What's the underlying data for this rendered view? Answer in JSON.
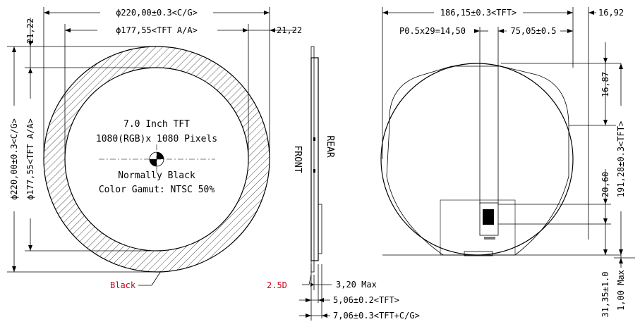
{
  "front_view": {
    "outer_dia": "ϕ220,00±0.3<C/G>",
    "inner_dia": "ϕ177,55<TFT A/A>",
    "top_right_offset": "21,22",
    "left_top_offset": "21,22",
    "left_outer_dia": "ϕ220,00±0.3<C/G>",
    "left_inner_dia": "ϕ177,55<TFT A/A>",
    "center_line1": "7.0 Inch TFT",
    "center_line2": "1080(RGB)x 1080 Pixels",
    "center_line3": "Normally Black",
    "center_line4": "Color Gamut: NTSC 50%",
    "black_label": "Black"
  },
  "side_view": {
    "front_label": "FRONT",
    "rear_label": "REAR",
    "angle_label": "2.5D",
    "thick1": "3,20 Max",
    "thick2": "5,06±0.2<TFT>",
    "thick3": "7,06±0.3<TFT+C/G>"
  },
  "rear_view": {
    "width_tft": "186,15±0.3<TFT>",
    "right_offset": "16,92",
    "pitch": "P0.5x29=14,50",
    "fpc_offset": "75,05±0.5",
    "top_offset": "16,87",
    "height_tft": "191,28±0.3<TFT>",
    "fpc_height": "20,60",
    "bottom_offset": "31,35±1.0",
    "bottom_max": "1,00 Max"
  },
  "colors": {
    "line": "#000000",
    "accent_red": "#d0021b"
  }
}
